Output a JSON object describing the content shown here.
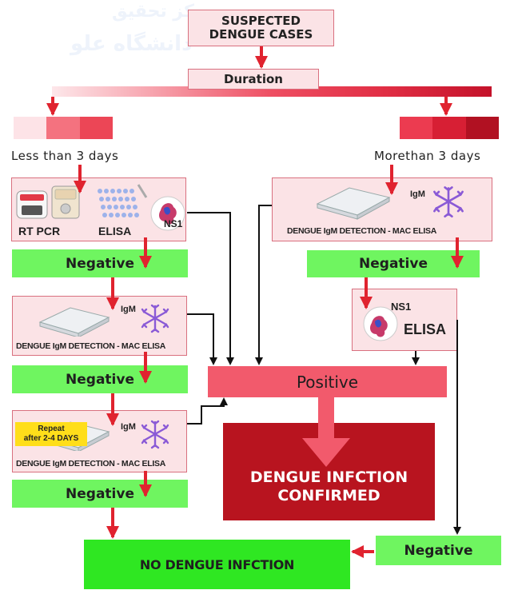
{
  "watermark": {
    "line1": "مرکز تحقیق",
    "line2": "دانشگاه علو"
  },
  "start": {
    "line1": "SUSPECTED",
    "line2": "DENGUE CASES"
  },
  "duration_label": "Duration",
  "left_branch": {
    "label": "Less than 3 days",
    "box1": {
      "rtpcr": "RT PCR",
      "elisa": "ELISA",
      "ns1": "NS1"
    },
    "neg1": "Negative",
    "box2": {
      "igm": "IgM",
      "caption": "DENGUE IgM DETECTION - MAC ELISA"
    },
    "neg2": "Negative",
    "box3": {
      "repeat_line1": "Repeat",
      "repeat_line2": "after 2-4 DAYS",
      "igm": "IgM",
      "caption": "DENGUE IgM DETECTION - MAC ELISA"
    },
    "neg3": "Negative"
  },
  "right_branch": {
    "label": "Morethan 3 days",
    "box1": {
      "igm": "IgM",
      "caption": "DENGUE IgM DETECTION - MAC ELISA"
    },
    "neg1": "Negative",
    "box2": {
      "ns1": "NS1",
      "elisa": "ELISA"
    },
    "neg2": "Negative"
  },
  "positive": "Positive",
  "confirmed": {
    "line1": "DENGUE INFCTION",
    "line2": "CONFIRMED"
  },
  "no_infection": "NO DENGUE INFCTION",
  "colors": {
    "red_arrow": "#e0232f",
    "pink_fill": "#fbe3e6",
    "pink_border": "#d9707f",
    "green": "#6ff560",
    "positive": "#f25a6c",
    "confirmed": "#b8141f"
  }
}
